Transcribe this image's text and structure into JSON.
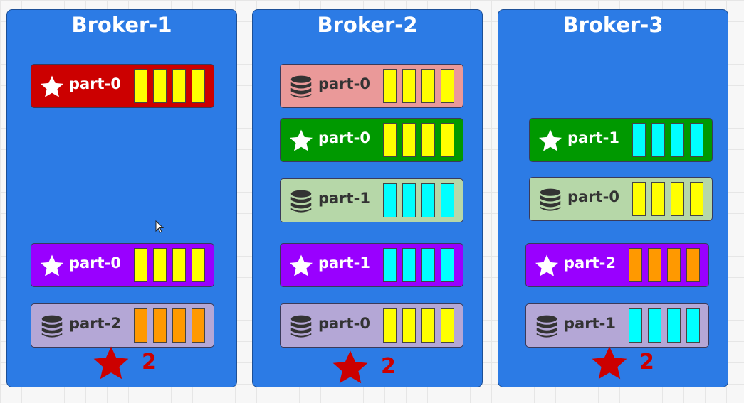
{
  "colors": {
    "broker_bg": "#2c7be5",
    "cell_yellow": "#ffff00",
    "cell_cyan": "#00ffff",
    "cell_orange": "#ff9900",
    "leader_red": "#cc0000",
    "leader_green": "#009900",
    "leader_purple": "#9900ff",
    "follower_red": "#ea9999",
    "follower_green": "#b6d7a8",
    "follower_purple": "#b4a7d6",
    "count_red": "#cc0000"
  },
  "brokers": [
    {
      "title": "Broker-1",
      "leader_count": "2",
      "partitions": [
        {
          "label": "part-0",
          "role": "leader",
          "icon": "star-icon",
          "bg": "#cc0000",
          "cell_color": "#ffff00",
          "cells": 4
        },
        {
          "label": "part-0",
          "role": "leader",
          "icon": "star-icon",
          "bg": "#9900ff",
          "cell_color": "#ffff00",
          "cells": 4
        },
        {
          "label": "part-2",
          "role": "follower",
          "icon": "database-icon",
          "bg": "#b4a7d6",
          "cell_color": "#ff9900",
          "cells": 4
        }
      ]
    },
    {
      "title": "Broker-2",
      "leader_count": "2",
      "partitions": [
        {
          "label": "part-0",
          "role": "follower",
          "icon": "database-icon",
          "bg": "#ea9999",
          "cell_color": "#ffff00",
          "cells": 4
        },
        {
          "label": "part-0",
          "role": "leader",
          "icon": "star-icon",
          "bg": "#009900",
          "cell_color": "#ffff00",
          "cells": 4
        },
        {
          "label": "part-1",
          "role": "follower",
          "icon": "database-icon",
          "bg": "#b6d7a8",
          "cell_color": "#00ffff",
          "cells": 4
        },
        {
          "label": "part-1",
          "role": "leader",
          "icon": "star-icon",
          "bg": "#9900ff",
          "cell_color": "#00ffff",
          "cells": 4
        },
        {
          "label": "part-0",
          "role": "follower",
          "icon": "database-icon",
          "bg": "#b4a7d6",
          "cell_color": "#ffff00",
          "cells": 4
        }
      ]
    },
    {
      "title": "Broker-3",
      "leader_count": "2",
      "partitions": [
        {
          "label": "part-1",
          "role": "leader",
          "icon": "star-icon",
          "bg": "#009900",
          "cell_color": "#00ffff",
          "cells": 4
        },
        {
          "label": "part-0",
          "role": "follower",
          "icon": "database-icon",
          "bg": "#b6d7a8",
          "cell_color": "#ffff00",
          "cells": 4
        },
        {
          "label": "part-2",
          "role": "leader",
          "icon": "star-icon",
          "bg": "#9900ff",
          "cell_color": "#ff9900",
          "cells": 4
        },
        {
          "label": "part-1",
          "role": "follower",
          "icon": "database-icon",
          "bg": "#b4a7d6",
          "cell_color": "#00ffff",
          "cells": 4
        }
      ]
    }
  ]
}
